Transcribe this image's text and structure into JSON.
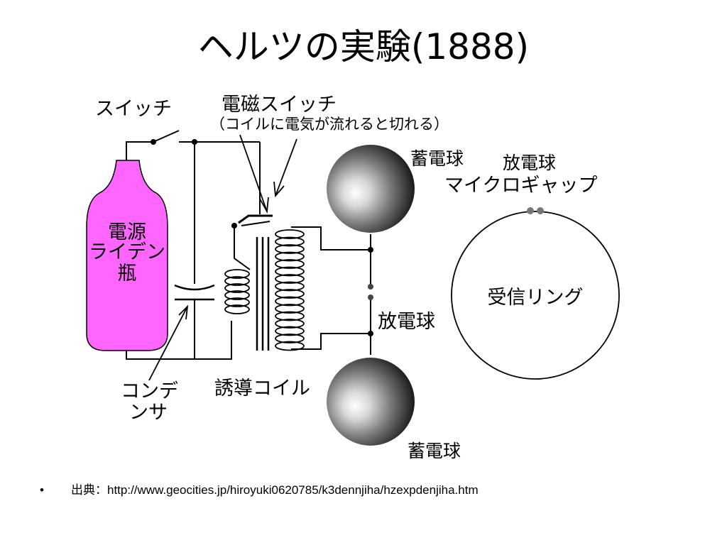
{
  "slide": {
    "title": "ヘルツの実験(1888)"
  },
  "diagram": {
    "labels": {
      "switch": "スイッチ",
      "em_switch": "電磁スイッチ",
      "em_switch_note": "（コイルに電気が流れると切れる）",
      "power_1": "電源",
      "power_2": "ライデン",
      "power_3": "瓶",
      "capacitor_1": "コンデ",
      "capacitor_2": "ンサ",
      "induction_coil": "誘導コイル",
      "storage_sphere_top": "蓄電球",
      "storage_sphere_bottom": "蓄電球",
      "discharge_sphere": "放電球",
      "ring_discharge": "放電球",
      "micro_gap": "マイクロギャップ",
      "receiver_ring": "受信リング"
    },
    "colors": {
      "jar": "#ff66ff",
      "line": "#000000",
      "gap_dot": "#777777"
    }
  },
  "footer": {
    "bullet": "•",
    "source_label": "出典",
    "separator": "：",
    "url": "http://www.geocities.jp/hiroyuki0620785/k3dennjiha/hzexpdenjiha.htm"
  }
}
